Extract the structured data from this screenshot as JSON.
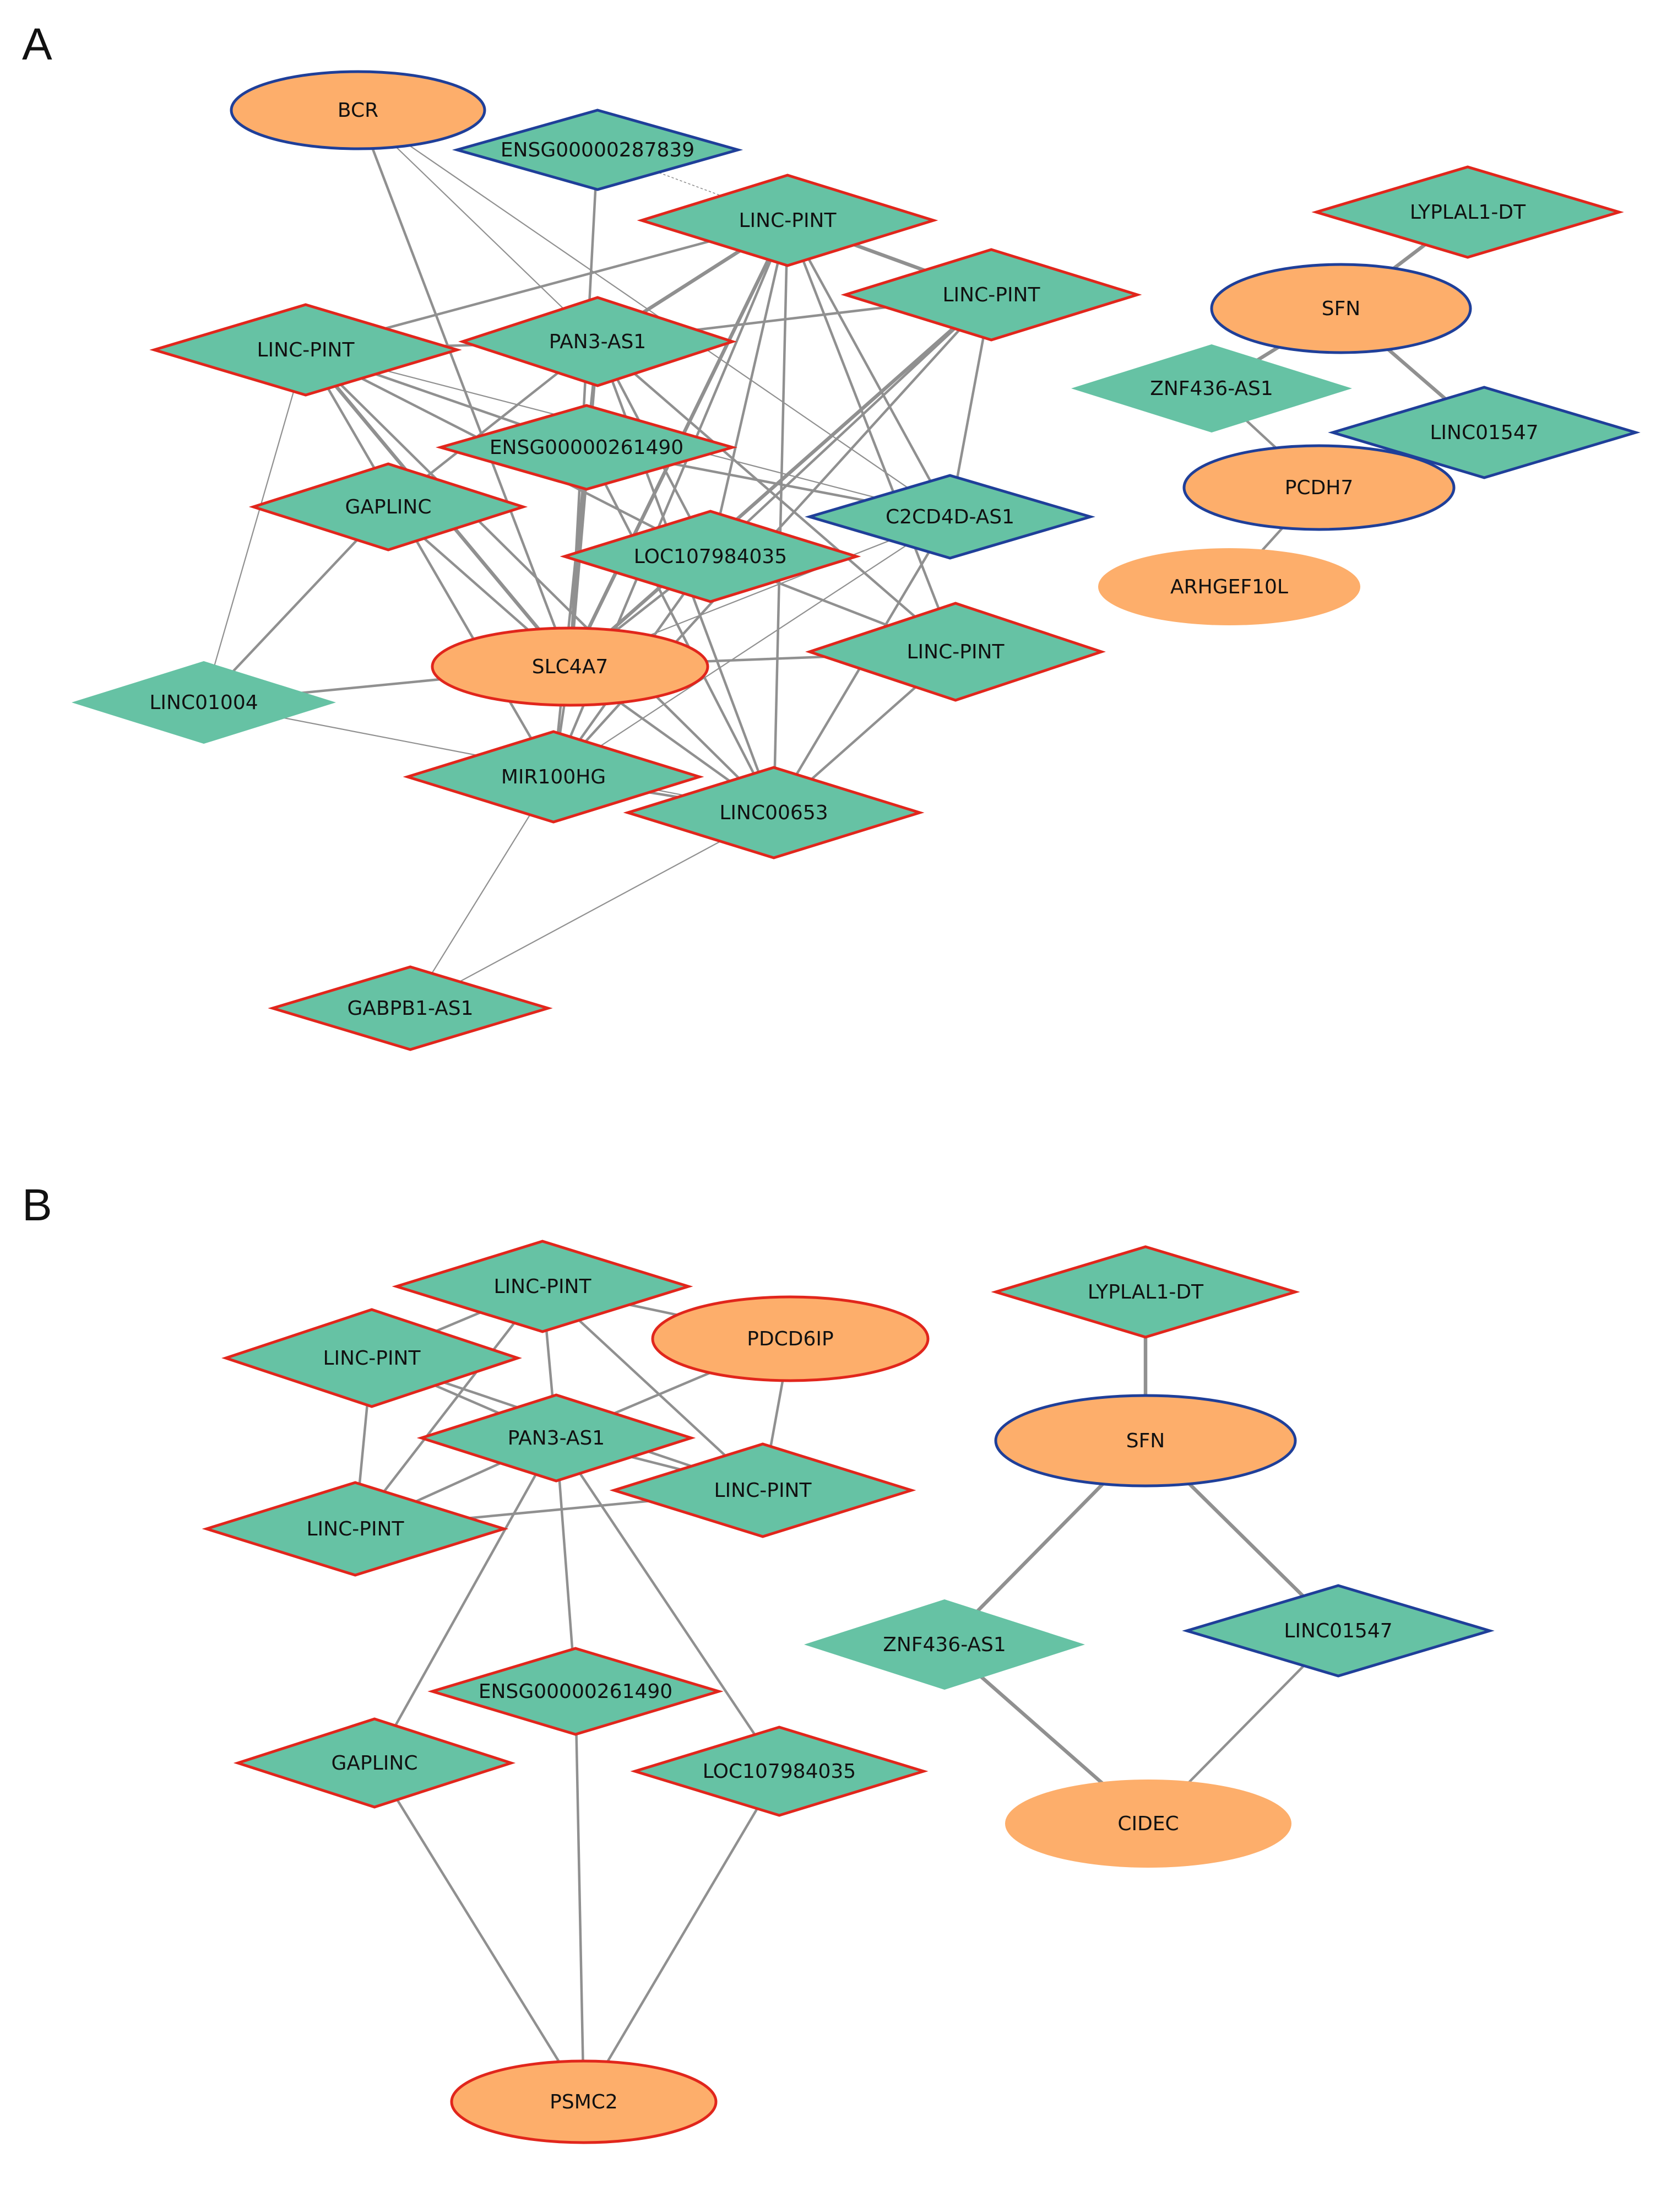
{
  "panels": [
    {
      "letter": "A",
      "nodes": [
        {
          "id": "a_bcr",
          "label": "BCR",
          "shape": "ellipse",
          "border": "blue"
        },
        {
          "id": "a_ensg287839",
          "label": "ENSG00000287839",
          "shape": "diamond",
          "border": "blue"
        },
        {
          "id": "a_pint1",
          "label": "LINC-PINT",
          "shape": "diamond",
          "border": "red"
        },
        {
          "id": "a_pint2",
          "label": "LINC-PINT",
          "shape": "diamond",
          "border": "red"
        },
        {
          "id": "a_pint3",
          "label": "LINC-PINT",
          "shape": "diamond",
          "border": "red"
        },
        {
          "id": "a_pan3",
          "label": "PAN3-AS1",
          "shape": "diamond",
          "border": "red"
        },
        {
          "id": "a_ensg261490",
          "label": "ENSG00000261490",
          "shape": "diamond",
          "border": "red"
        },
        {
          "id": "a_gaplinc",
          "label": "GAPLINC",
          "shape": "diamond",
          "border": "red"
        },
        {
          "id": "a_c2cd4d",
          "label": "C2CD4D-AS1",
          "shape": "diamond",
          "border": "blue"
        },
        {
          "id": "a_loc",
          "label": "LOC107984035",
          "shape": "diamond",
          "border": "red"
        },
        {
          "id": "a_pint4",
          "label": "LINC-PINT",
          "shape": "diamond",
          "border": "red"
        },
        {
          "id": "a_slc4a7",
          "label": "SLC4A7",
          "shape": "ellipse",
          "border": "red"
        },
        {
          "id": "a_linc01004",
          "label": "LINC01004",
          "shape": "diamond",
          "border": "none"
        },
        {
          "id": "a_mir100hg",
          "label": "MIR100HG",
          "shape": "diamond",
          "border": "red"
        },
        {
          "id": "a_linc00653",
          "label": "LINC00653",
          "shape": "diamond",
          "border": "red"
        },
        {
          "id": "a_gabpb1",
          "label": "GABPB1-AS1",
          "shape": "diamond",
          "border": "red"
        },
        {
          "id": "a_lyplal1",
          "label": "LYPLAL1-DT",
          "shape": "diamond",
          "border": "red"
        },
        {
          "id": "a_sfn",
          "label": "SFN",
          "shape": "ellipse",
          "border": "blue"
        },
        {
          "id": "a_znf436",
          "label": "ZNF436-AS1",
          "shape": "diamond",
          "border": "none"
        },
        {
          "id": "a_linc01547",
          "label": "LINC01547",
          "shape": "diamond",
          "border": "blue"
        },
        {
          "id": "a_pcdh7",
          "label": "PCDH7",
          "shape": "ellipse",
          "border": "blue"
        },
        {
          "id": "a_arhgef10l",
          "label": "ARHGEF10L",
          "shape": "ellipse",
          "border": "none"
        }
      ],
      "edges": [
        [
          "a_bcr",
          "a_slc4a7",
          "medium"
        ],
        [
          "a_bcr",
          "a_pan3",
          "thin"
        ],
        [
          "a_bcr",
          "a_c2cd4d",
          "thin"
        ],
        [
          "a_ensg287839",
          "a_pint1",
          "dotted"
        ],
        [
          "a_ensg287839",
          "a_slc4a7",
          "medium"
        ],
        [
          "a_pint1",
          "a_pint2",
          "thick"
        ],
        [
          "a_pint1",
          "a_pint3",
          "medium"
        ],
        [
          "a_pint1",
          "a_pan3",
          "thick"
        ],
        [
          "a_pint1",
          "a_slc4a7",
          "thick"
        ],
        [
          "a_pint1",
          "a_loc",
          "medium"
        ],
        [
          "a_pint1",
          "a_linc00653",
          "medium"
        ],
        [
          "a_pint1",
          "a_c2cd4d",
          "medium"
        ],
        [
          "a_pint1",
          "a_pint4",
          "medium"
        ],
        [
          "a_pint1",
          "a_mir100hg",
          "medium"
        ],
        [
          "a_pint2",
          "a_pan3",
          "medium"
        ],
        [
          "a_pint2",
          "a_slc4a7",
          "thick"
        ],
        [
          "a_pint2",
          "a_loc",
          "medium"
        ],
        [
          "a_pint2",
          "a_mir100hg",
          "medium"
        ],
        [
          "a_pint2",
          "a_c2cd4d",
          "medium"
        ],
        [
          "a_pint3",
          "a_pan3",
          "medium"
        ],
        [
          "a_pint3",
          "a_slc4a7",
          "thick"
        ],
        [
          "a_pint3",
          "a_ensg261490",
          "medium"
        ],
        [
          "a_pint3",
          "a_linc01004",
          "thin"
        ],
        [
          "a_pint3",
          "a_linc00653",
          "medium"
        ],
        [
          "a_pint3",
          "a_mir100hg",
          "medium"
        ],
        [
          "a_pint3",
          "a_c2cd4d",
          "thin"
        ],
        [
          "a_pint3",
          "a_loc",
          "medium"
        ],
        [
          "a_pan3",
          "a_slc4a7",
          "thick"
        ],
        [
          "a_pan3",
          "a_gaplinc",
          "medium"
        ],
        [
          "a_pan3",
          "a_linc00653",
          "medium"
        ],
        [
          "a_pan3",
          "a_mir100hg",
          "medium"
        ],
        [
          "a_pan3",
          "a_loc",
          "medium"
        ],
        [
          "a_pan3",
          "a_pint4",
          "medium"
        ],
        [
          "a_pan3",
          "a_ensg261490",
          "medium"
        ],
        [
          "a_ensg261490",
          "a_slc4a7",
          "medium"
        ],
        [
          "a_ensg261490",
          "a_c2cd4d",
          "medium"
        ],
        [
          "a_ensg261490",
          "a_linc00653",
          "medium"
        ],
        [
          "a_gaplinc",
          "a_slc4a7",
          "medium"
        ],
        [
          "a_gaplinc",
          "a_linc01004",
          "medium"
        ],
        [
          "a_c2cd4d",
          "a_slc4a7",
          "thin"
        ],
        [
          "a_c2cd4d",
          "a_linc00653",
          "medium"
        ],
        [
          "a_c2cd4d",
          "a_mir100hg",
          "thin"
        ],
        [
          "a_loc",
          "a_slc4a7",
          "medium"
        ],
        [
          "a_loc",
          "a_mir100hg",
          "medium"
        ],
        [
          "a_loc",
          "a_pint4",
          "medium"
        ],
        [
          "a_pint4",
          "a_slc4a7",
          "medium"
        ],
        [
          "a_pint4",
          "a_linc00653",
          "medium"
        ],
        [
          "a_slc4a7",
          "a_linc01004",
          "medium"
        ],
        [
          "a_slc4a7",
          "a_mir100hg",
          "medium"
        ],
        [
          "a_slc4a7",
          "a_linc00653",
          "medium"
        ],
        [
          "a_linc01004",
          "a_linc00653",
          "thin"
        ],
        [
          "a_mir100hg",
          "a_gabpb1",
          "thin"
        ],
        [
          "a_mir100hg",
          "a_linc00653",
          "medium"
        ],
        [
          "a_linc00653",
          "a_gabpb1",
          "thin"
        ],
        [
          "a_lyplal1",
          "a_sfn",
          "thick"
        ],
        [
          "a_sfn",
          "a_znf436",
          "thick"
        ],
        [
          "a_sfn",
          "a_linc01547",
          "thick"
        ],
        [
          "a_znf436",
          "a_pcdh7",
          "medium"
        ],
        [
          "a_linc01547",
          "a_pcdh7",
          "medium"
        ],
        [
          "a_pcdh7",
          "a_arhgef10l",
          "medium"
        ]
      ]
    },
    {
      "letter": "B",
      "nodes": [
        {
          "id": "b_pint1",
          "label": "LINC-PINT",
          "shape": "diamond",
          "border": "red"
        },
        {
          "id": "b_pint2",
          "label": "LINC-PINT",
          "shape": "diamond",
          "border": "red"
        },
        {
          "id": "b_pdcd6ip",
          "label": "PDCD6IP",
          "shape": "ellipse",
          "border": "red"
        },
        {
          "id": "b_pan3",
          "label": "PAN3-AS1",
          "shape": "diamond",
          "border": "red"
        },
        {
          "id": "b_pint3",
          "label": "LINC-PINT",
          "shape": "diamond",
          "border": "red"
        },
        {
          "id": "b_pint4",
          "label": "LINC-PINT",
          "shape": "diamond",
          "border": "red"
        },
        {
          "id": "b_ensg261490",
          "label": "ENSG00000261490",
          "shape": "diamond",
          "border": "red"
        },
        {
          "id": "b_gaplinc",
          "label": "GAPLINC",
          "shape": "diamond",
          "border": "red"
        },
        {
          "id": "b_loc",
          "label": "LOC107984035",
          "shape": "diamond",
          "border": "red"
        },
        {
          "id": "b_psmc2",
          "label": "PSMC2",
          "shape": "ellipse",
          "border": "red"
        },
        {
          "id": "b_lyplal1",
          "label": "LYPLAL1-DT",
          "shape": "diamond",
          "border": "red"
        },
        {
          "id": "b_sfn",
          "label": "SFN",
          "shape": "ellipse",
          "border": "blue"
        },
        {
          "id": "b_znf436",
          "label": "ZNF436-AS1",
          "shape": "diamond",
          "border": "none"
        },
        {
          "id": "b_linc01547",
          "label": "LINC01547",
          "shape": "diamond",
          "border": "blue"
        },
        {
          "id": "b_cidec",
          "label": "CIDEC",
          "shape": "ellipse",
          "border": "none"
        }
      ],
      "edges": [
        [
          "b_pint1",
          "b_pint2",
          "medium"
        ],
        [
          "b_pint1",
          "b_pdcd6ip",
          "medium"
        ],
        [
          "b_pint1",
          "b_pan3",
          "medium"
        ],
        [
          "b_pint1",
          "b_pint3",
          "medium"
        ],
        [
          "b_pint1",
          "b_pint4",
          "medium"
        ],
        [
          "b_pint2",
          "b_pan3",
          "medium"
        ],
        [
          "b_pint2",
          "b_pint3",
          "medium"
        ],
        [
          "b_pint2",
          "b_pint4",
          "medium"
        ],
        [
          "b_pdcd6ip",
          "b_pan3",
          "medium"
        ],
        [
          "b_pdcd6ip",
          "b_pint4",
          "medium"
        ],
        [
          "b_pan3",
          "b_pint3",
          "medium"
        ],
        [
          "b_pan3",
          "b_pint4",
          "medium"
        ],
        [
          "b_pan3",
          "b_gaplinc",
          "medium"
        ],
        [
          "b_pan3",
          "b_ensg261490",
          "medium"
        ],
        [
          "b_pan3",
          "b_loc",
          "medium"
        ],
        [
          "b_pint3",
          "b_pint4",
          "medium"
        ],
        [
          "b_gaplinc",
          "b_psmc2",
          "medium"
        ],
        [
          "b_ensg261490",
          "b_psmc2",
          "medium"
        ],
        [
          "b_loc",
          "b_psmc2",
          "medium"
        ],
        [
          "b_lyplal1",
          "b_sfn",
          "thick"
        ],
        [
          "b_sfn",
          "b_znf436",
          "thick"
        ],
        [
          "b_sfn",
          "b_linc01547",
          "thick"
        ],
        [
          "b_znf436",
          "b_cidec",
          "thick"
        ],
        [
          "b_linc01547",
          "b_cidec",
          "medium"
        ]
      ]
    }
  ],
  "colors": {
    "diamond_fill": "#66c2a4",
    "ellipse_fill": "#fdae6b",
    "border_red": "#e1261c",
    "border_blue": "#1f3f99",
    "edge": "#909090"
  }
}
